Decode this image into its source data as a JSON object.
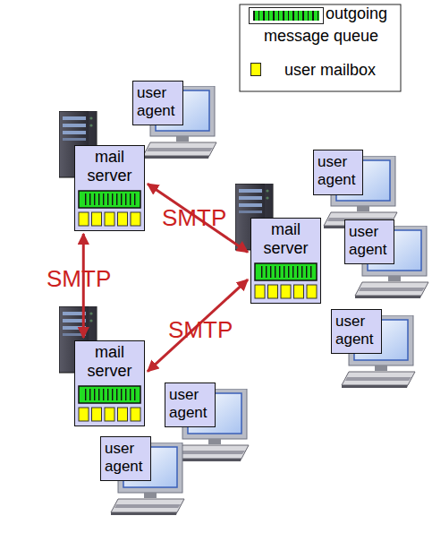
{
  "diagram": {
    "nodes": [
      {
        "text": [
          "user agent"
        ]
      },
      {
        "text": [
          "mail server"
        ]
      },
      {
        "text": [
          "user agent"
        ]
      },
      {
        "text": [
          "mail server"
        ]
      },
      {
        "text": [
          "user agent"
        ]
      },
      {
        "text": [
          "user agent"
        ]
      },
      {
        "text": [
          "mail server"
        ]
      },
      {
        "text": [
          "user agent"
        ]
      },
      {
        "text": [
          "user agent"
        ]
      }
    ],
    "edges": [
      {
        "from": 1,
        "to": 3,
        "label": "SMTP",
        "arrow": "both"
      },
      {
        "from": 1,
        "to": 6,
        "label": "SMTP",
        "arrow": "both"
      },
      {
        "from": 6,
        "to": 3,
        "label": "SMTP",
        "arrow": "both"
      }
    ],
    "legend": [
      {
        "text": "outgoing message queue",
        "color": "#22dd22"
      },
      {
        "text": "user mailbox",
        "color": "#ffff00"
      }
    ]
  }
}
